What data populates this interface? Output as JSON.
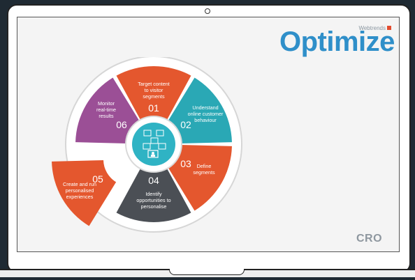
{
  "brand": {
    "name": "Optimize",
    "sub": "Webtrends"
  },
  "corner_label": "CRO",
  "colors": {
    "orange": "#e4572e",
    "teal": "#2aa8b5",
    "purple": "#9b4f96",
    "dark": "#4b4f55",
    "hub": "#2fb3c4",
    "brand_blue": "#2f8fc9",
    "brand_square": "#e34b2e"
  },
  "segments": [
    {
      "num": "01",
      "lines": [
        "Target content",
        "to visitor",
        "segments"
      ]
    },
    {
      "num": "02",
      "lines": [
        "Understand",
        "online customer",
        "behaviour"
      ]
    },
    {
      "num": "03",
      "lines": [
        "Define",
        "segments"
      ]
    },
    {
      "num": "04",
      "lines": [
        "Identify",
        "opportunities to",
        "personalise"
      ]
    },
    {
      "num": "05",
      "lines": [
        "Create and run",
        "personalised",
        "experiences"
      ]
    },
    {
      "num": "06",
      "lines": [
        "Monitor",
        "real-time",
        "results"
      ]
    }
  ],
  "hub_icon": "people-network-icon",
  "camera_icon": "webcam-icon"
}
